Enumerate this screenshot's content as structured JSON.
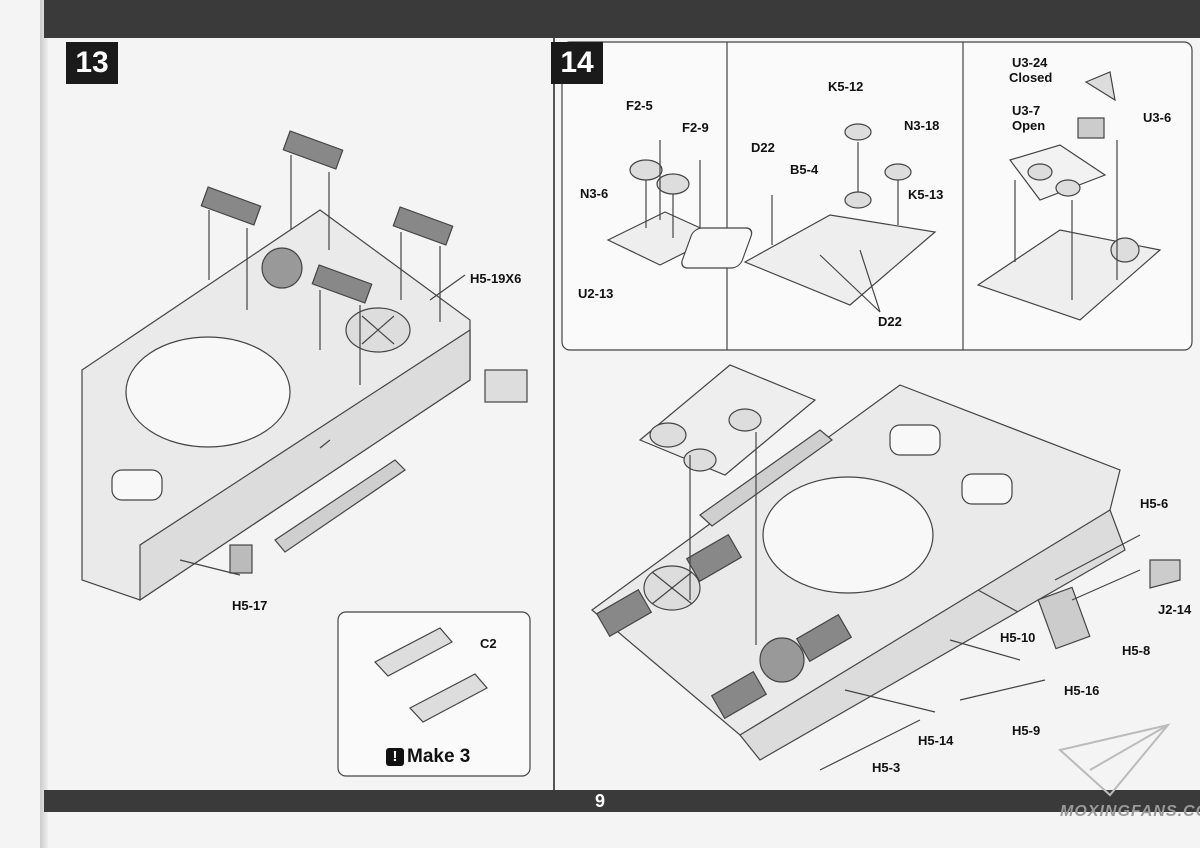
{
  "page_number": "9",
  "watermark": "MOXINGFANS.COM",
  "step13": {
    "number": "13",
    "labels": {
      "h5_19x6": "H5-19X6",
      "h5_17": "H5-17",
      "c2": "C2"
    },
    "make_note": "Make 3"
  },
  "step14": {
    "number": "14",
    "panel1": {
      "f2_5": "F2-5",
      "f2_9": "F2-9",
      "n3_6": "N3-6",
      "u2_13": "U2-13"
    },
    "panel2": {
      "k5_12": "K5-12",
      "n3_18": "N3-18",
      "d22_top": "D22",
      "b5_4": "B5-4",
      "k5_13": "K5-13",
      "d22_bottom": "D22"
    },
    "panel3": {
      "u3_24": "U3-24",
      "closed": "Closed",
      "u3_7": "U3-7",
      "open": "Open",
      "u3_6": "U3-6"
    },
    "main": {
      "h5_6": "H5-6",
      "j2_14": "J2-14",
      "h5_8": "H5-8",
      "h5_10": "H5-10",
      "h5_16": "H5-16",
      "h5_9": "H5-9",
      "h5_14": "H5-14",
      "h5_3": "H5-3"
    }
  }
}
